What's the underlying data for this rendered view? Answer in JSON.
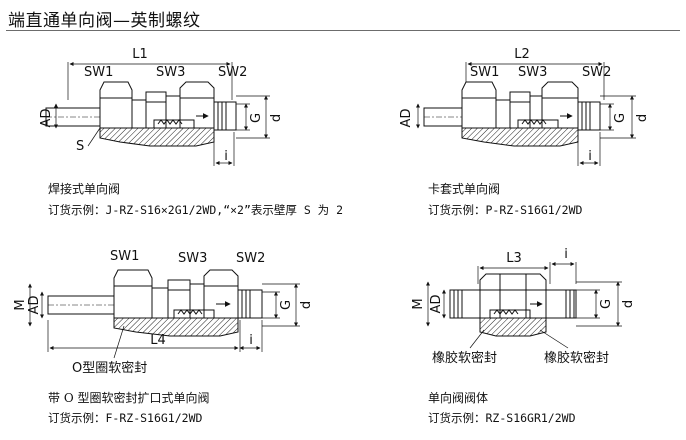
{
  "title": "端直通单向阀—英制螺纹",
  "panels": [
    {
      "name": "焊接式单向阀",
      "order_example": "订货示例：J-RZ-S16×2G1/2WD,“×2”表示壁厚 S 为 2",
      "labels": {
        "length": "L1",
        "sw1": "SW1",
        "sw3": "SW3",
        "sw2": "SW2",
        "ad": "AD",
        "g": "G",
        "d": "d",
        "s": "S",
        "i": "i"
      }
    },
    {
      "name": "卡套式单向阀",
      "order_example": "订货示例：P-RZ-S16G1/2WD",
      "labels": {
        "length": "L2",
        "sw1": "SW1",
        "sw3": "SW3",
        "sw2": "SW2",
        "ad": "AD",
        "g": "G",
        "d": "d",
        "i": "i"
      }
    },
    {
      "name": "带 O 型圈软密封扩口式单向阀",
      "order_example": "订货示例：F-RZ-S16G1/2WD",
      "labels": {
        "length": "L4",
        "sw1": "SW1",
        "sw3": "SW3",
        "sw2": "SW2",
        "m": "M",
        "ad": "AD",
        "g": "G",
        "d": "d",
        "i": "i",
        "seal": "O型圈软密封"
      }
    },
    {
      "name": "单向阀阀体",
      "order_example": "订货示例：RZ-S16GR1/2WD",
      "labels": {
        "length": "L3",
        "i": "i",
        "m": "M",
        "ad": "AD",
        "g": "G",
        "d": "d",
        "seal_left": "橡胶软密封",
        "seal_right": "橡胶软密封"
      }
    }
  ]
}
